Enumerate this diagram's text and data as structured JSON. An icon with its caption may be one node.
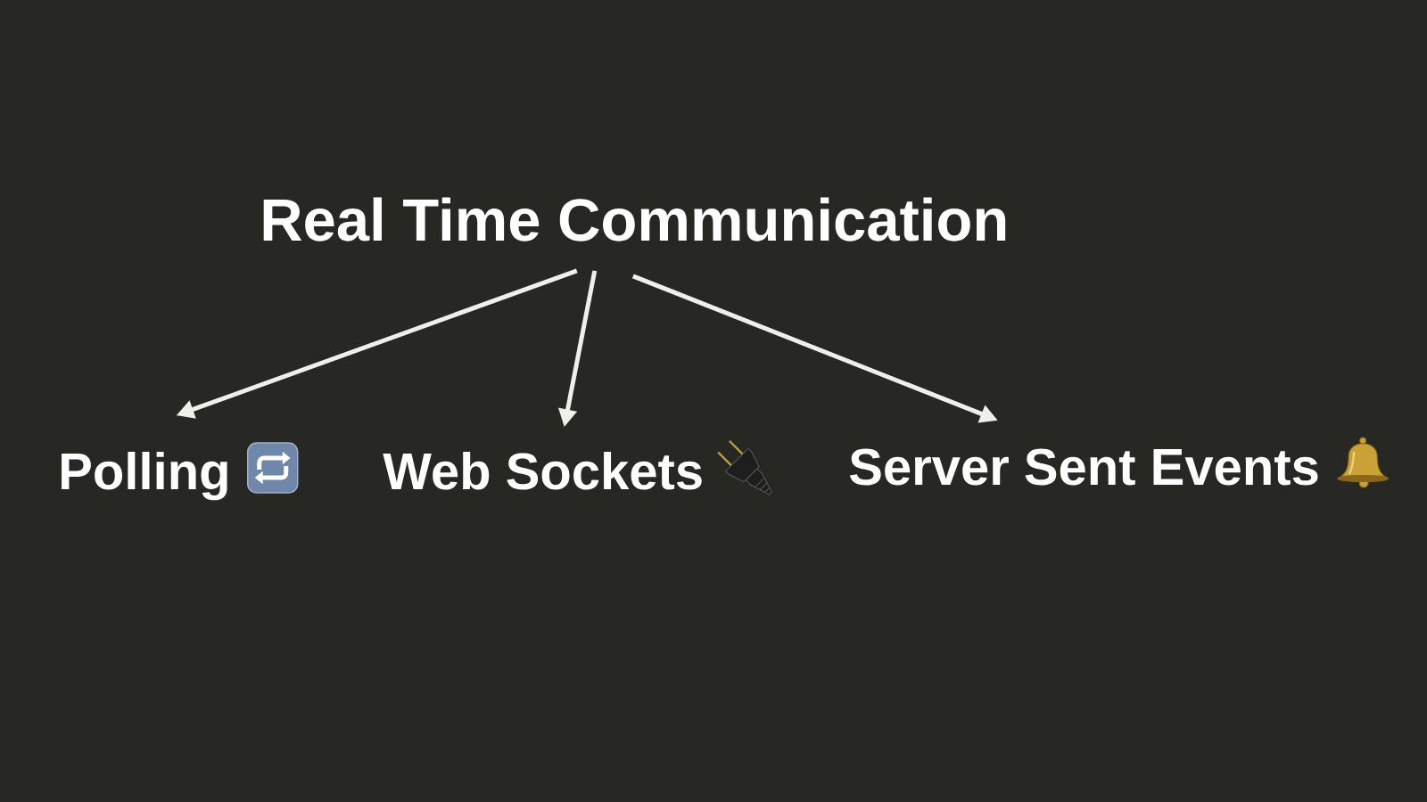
{
  "diagram": {
    "nodes": [
      {
        "text": [
          "Real Time Communication"
        ]
      },
      {
        "text": [
          "Polling"
        ]
      },
      {
        "text": [
          "Web Sockets"
        ]
      },
      {
        "text": [
          "Server Sent Events"
        ]
      }
    ],
    "edges": [
      {
        "from": 0,
        "to": 1,
        "arrow": "to"
      },
      {
        "from": 0,
        "to": 2,
        "arrow": "to"
      },
      {
        "from": 0,
        "to": 3,
        "arrow": "to"
      }
    ]
  }
}
